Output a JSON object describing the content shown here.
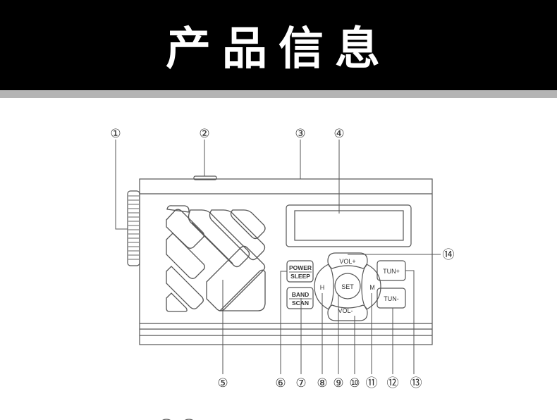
{
  "header": {
    "title": "产品信息"
  },
  "buttons": {
    "power": "POWER",
    "sleep": "SLEEP",
    "band": "BAND",
    "scan": "SCAN",
    "vol_plus": "VOL+",
    "vol_minus": "VOL-",
    "h": "H",
    "m": "M",
    "set": "SET",
    "tun_plus": "TUN+",
    "tun_minus": "TUN-"
  },
  "callouts": [
    "①",
    "②",
    "③",
    "④",
    "⑤",
    "⑥",
    "⑦",
    "⑧",
    "⑨",
    "⑩",
    "⑪",
    "⑫",
    "⑬",
    "⑭"
  ]
}
